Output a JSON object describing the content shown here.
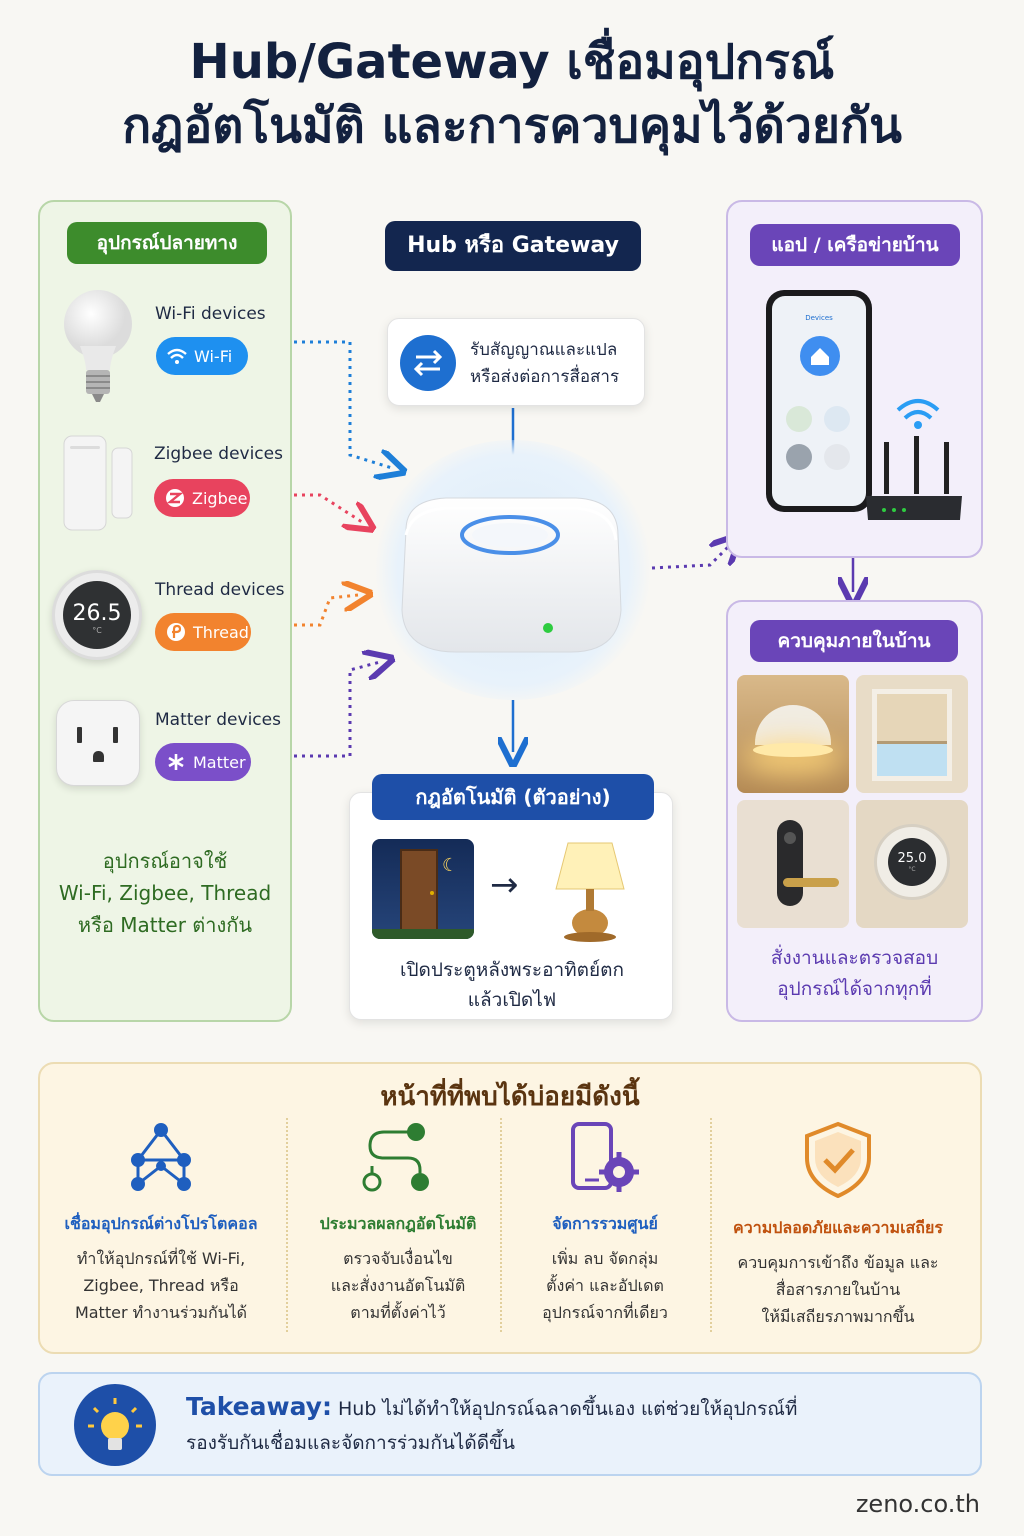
{
  "title": {
    "line1": "Hub/Gateway เชื่อมอุปกรณ์",
    "line2": "กฎอัตโนมัติ และการควบคุมไว้ด้วยกัน"
  },
  "left_panel": {
    "header": "อุปกรณ์ปลายทาง",
    "devices": [
      {
        "label": "Wi-Fi devices",
        "badge": "Wi-Fi",
        "color": "#1e90f0"
      },
      {
        "label": "Zigbee devices",
        "badge": "Zigbee",
        "color": "#e8435e"
      },
      {
        "label": "Thread devices",
        "badge": "Thread",
        "color": "#f2832e"
      },
      {
        "label": "Matter devices",
        "badge": "Matter",
        "color": "#7b4fc9"
      }
    ],
    "thermostat_reading": "26.5",
    "thermostat_unit": "°C",
    "note_lines": [
      "อุปกรณ์อาจใช้",
      "Wi-Fi, Zigbee, Thread",
      "หรือ Matter ต่างกัน"
    ]
  },
  "center": {
    "header": "Hub หรือ Gateway",
    "signal_card": {
      "line1": "รับสัญญาณและแปล",
      "line2": "หรือส่งต่อการสื่อสาร"
    },
    "automation": {
      "header": "กฎอัตโนมัติ (ตัวอย่าง)",
      "line1": "เปิดประตูหลังพระอาทิตย์ตก",
      "line2": "แล้วเปิดไฟ"
    }
  },
  "right_top": {
    "header": "แอป / เครือข่ายบ้าน",
    "phone_title": "Devices"
  },
  "right_bottom": {
    "header": "ควบคุมภายในบ้าน",
    "thermostat_reading": "25.0",
    "thermostat_unit": "°C",
    "note_lines": [
      "สั่งงานและตรวจสอบ",
      "อุปกรณ์ได้จากทุกที่"
    ]
  },
  "functions": {
    "heading": "หน้าที่ที่พบได้บ่อยมีดังนี้",
    "items": [
      {
        "title": "เชื่อมอุปกรณ์ต่างโปรโตคอล",
        "lines": [
          "ทำให้อุปกรณ์ที่ใช้ Wi-Fi,",
          "Zigbee, Thread หรือ",
          "Matter ทำงานร่วมกันได้"
        ],
        "color": "#1f5fbf",
        "icon": "network-icon"
      },
      {
        "title": "ประมวลผลกฎอัตโนมัติ",
        "lines": [
          "ตรวจจับเงื่อนไข",
          "และสั่งงานอัตโนมัติ",
          "ตามที่ตั้งค่าไว้"
        ],
        "color": "#2e7d32",
        "icon": "workflow-icon"
      },
      {
        "title": "จัดการรวมศูนย์",
        "lines": [
          "เพิ่ม ลบ จัดกลุ่ม",
          "ตั้งค่า และอัปเดต",
          "อุปกรณ์จากที่เดียว"
        ],
        "color": "#1f5fbf",
        "icon": "phone-gear-icon"
      },
      {
        "title": "ความปลอดภัยและความเสถียร",
        "lines": [
          "ควบคุมการเข้าถึง ข้อมูล และ",
          "สื่อสารภายในบ้าน",
          "ให้มีเสถียรภาพมากขึ้น"
        ],
        "color": "#c0520f",
        "icon": "shield-check-icon"
      }
    ]
  },
  "takeaway": {
    "label": "Takeaway:",
    "line1": " Hub ไม่ได้ทำให้อุปกรณ์ฉลาดขึ้นเอง แต่ช่วยให้อุปกรณ์ที่",
    "line2": "รองรับกันเชื่อมและจัดการร่วมกันได้ดีขึ้น"
  },
  "footer": "zeno.co.th"
}
